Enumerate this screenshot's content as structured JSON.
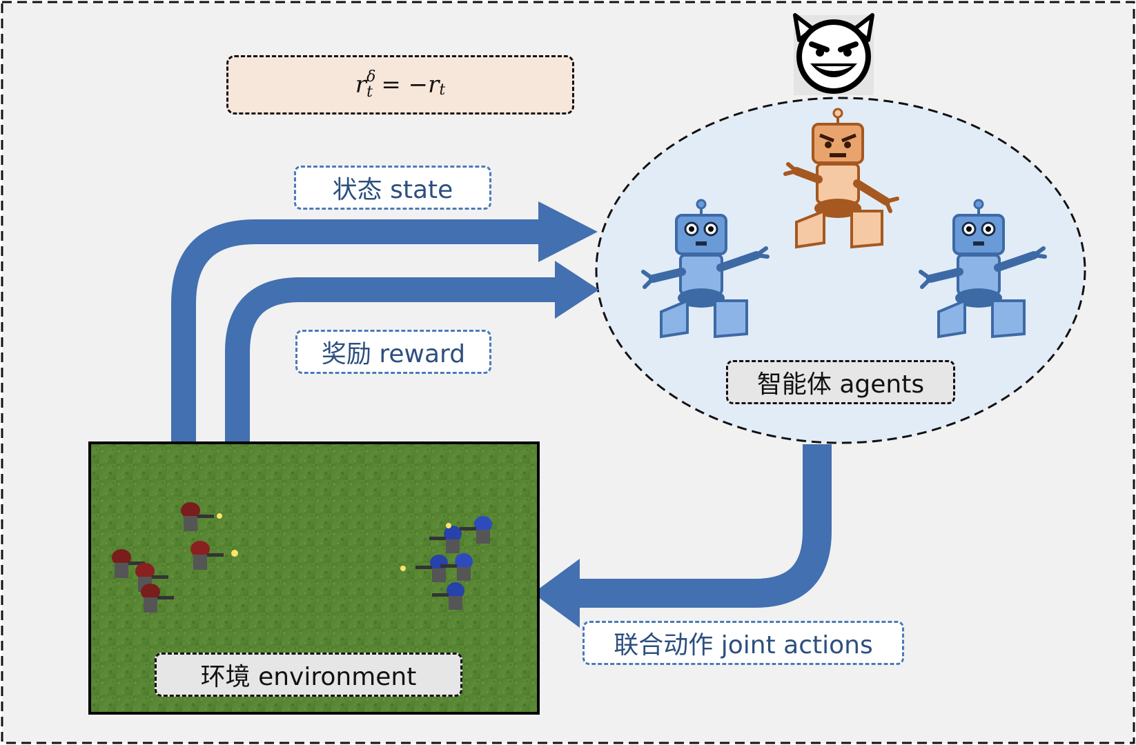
{
  "colors": {
    "frame_bg": "#f1f1f1",
    "arrow": "#4270b0",
    "ellipse_fill": "#e1ecf7",
    "formula_bg": "#f7e6da",
    "label_text": "#2c4f7e",
    "robot_blue": "#6a9bd8",
    "robot_orange": "#f4c9a4"
  },
  "formula": {
    "lhs_base": "r",
    "lhs_sup": "δ",
    "lhs_sub": "t",
    "rhs": "= −r",
    "rhs_sub": "t"
  },
  "labels": {
    "state": "状态 state",
    "reward": "奖励 reward",
    "agents": "智能体 agents",
    "joint_actions": "联合动作 joint actions",
    "environment": "环境 environment"
  },
  "icons": {
    "adversary": "devil-emoji-icon",
    "agents": [
      "blue-robot-icon",
      "orange-robot-icon",
      "blue-robot-icon"
    ],
    "environment_scene": "starcraft-marines-battle"
  }
}
